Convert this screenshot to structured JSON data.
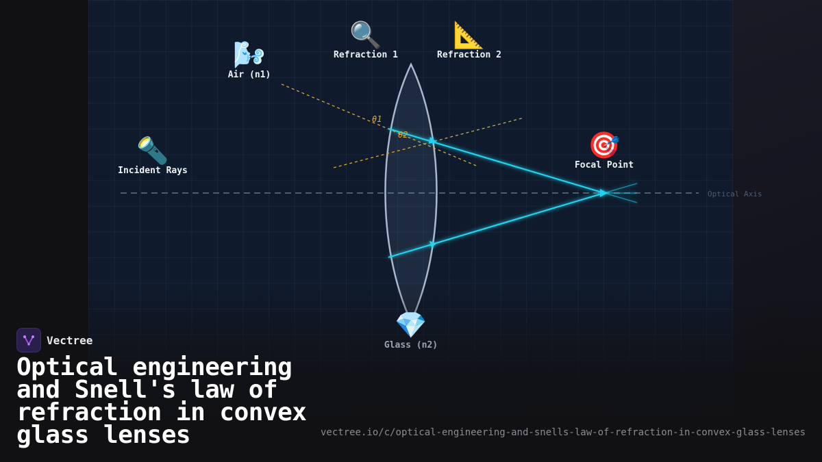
{
  "brand": {
    "name": "Vectree"
  },
  "title": "Optical engineering and Snell's law of refraction in convex glass lenses",
  "url": "vectree.io/c/optical-engineering-and-snells-law-of-refraction-in-convex-glass-lenses",
  "diagram": {
    "nodes": {
      "incident": {
        "label": "Incident Rays",
        "icon": "flashlight-icon",
        "glyph": "🔦"
      },
      "air": {
        "label": "Air (n1)",
        "icon": "wind-icon",
        "glyph": "🌬️"
      },
      "refraction1": {
        "label": "Refraction 1",
        "icon": "magnifier-icon",
        "glyph": "🔍"
      },
      "refraction2": {
        "label": "Refraction 2",
        "icon": "triangle-ruler-icon",
        "glyph": "📐"
      },
      "focal": {
        "label": "Focal Point",
        "icon": "target-icon",
        "glyph": "🎯"
      },
      "glass": {
        "label": "Glass (n2)",
        "icon": "gem-icon",
        "glyph": "💎"
      }
    },
    "optical_axis_label": "Optical Axis",
    "theta1": "θ1",
    "theta2": "θ2"
  },
  "colors": {
    "ray": "#22d3ee",
    "normal": "#d9a93a",
    "lens_stroke": "#a9b8cc",
    "axis": "#4c5d72",
    "brand_accent": "#a855f7"
  }
}
